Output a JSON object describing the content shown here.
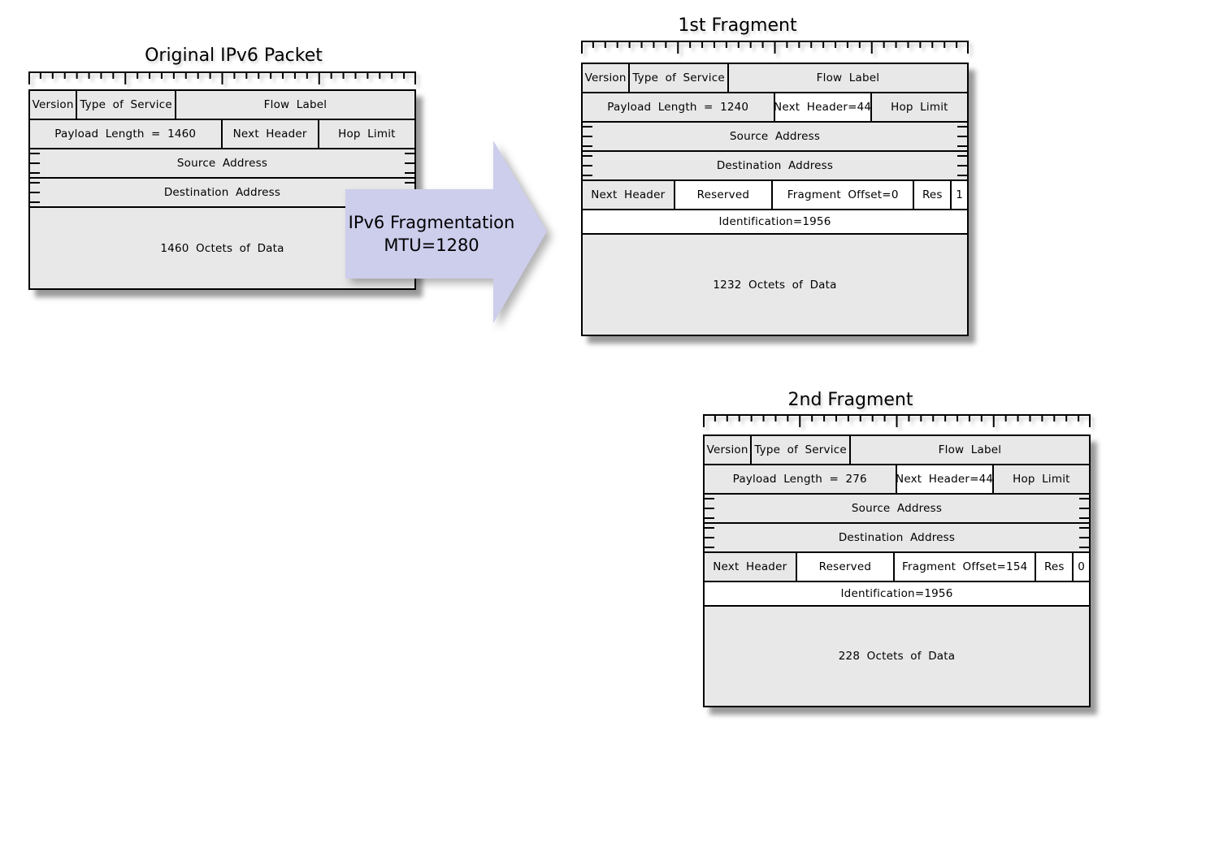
{
  "colors": {
    "cell_gray": "#e8e8e8",
    "cell_white": "#ffffff",
    "border_black": "#000000",
    "arrow_fill": "#cdcdec"
  },
  "arrow": {
    "line1": "IPv6 Fragmentation",
    "line2": "MTU=1280"
  },
  "packets": [
    {
      "key": "original",
      "title": "Original IPv6 Packet",
      "rows": [
        {
          "type": "normal",
          "cells": [
            {
              "label": "Version",
              "w": 12
            },
            {
              "label": "Type of Service",
              "w": 25.5
            },
            {
              "label": "Flow Label",
              "w": 62.5
            }
          ]
        },
        {
          "type": "normal",
          "cells": [
            {
              "label": "Payload Length = 1460",
              "w": 50
            },
            {
              "label": "Next Header",
              "w": 25
            },
            {
              "label": "Hop Limit",
              "w": 25
            }
          ]
        },
        {
          "type": "normal",
          "cells": [
            {
              "label": "Source Address",
              "w": 100,
              "ticks": true
            }
          ]
        },
        {
          "type": "normal",
          "cells": [
            {
              "label": "Destination Address",
              "w": 100,
              "ticks": true
            }
          ]
        },
        {
          "type": "data",
          "cells": [
            {
              "label": "1460 Octets of Data",
              "w": 100
            }
          ]
        }
      ]
    },
    {
      "key": "fragment1",
      "title": "1st Fragment",
      "rows": [
        {
          "type": "normal",
          "cells": [
            {
              "label": "Version",
              "w": 12
            },
            {
              "label": "Type of Service",
              "w": 25.5
            },
            {
              "label": "Flow Label",
              "w": 62.5
            }
          ]
        },
        {
          "type": "normal",
          "cells": [
            {
              "label": "Payload Length = 1240",
              "w": 50
            },
            {
              "label": "Next Header=44",
              "w": 25,
              "highlight": true
            },
            {
              "label": "Hop Limit",
              "w": 25
            }
          ]
        },
        {
          "type": "normal",
          "cells": [
            {
              "label": "Source Address",
              "w": 100,
              "ticks": true
            }
          ]
        },
        {
          "type": "normal",
          "cells": [
            {
              "label": "Destination Address",
              "w": 100,
              "ticks": true
            }
          ]
        },
        {
          "type": "normal",
          "cells": [
            {
              "label": "Next Header",
              "w": 24
            },
            {
              "label": "Reserved",
              "w": 25.5,
              "highlight": true
            },
            {
              "label": "Fragment Offset=0",
              "w": 37,
              "highlight": true
            },
            {
              "label": "Res",
              "w": 9.5,
              "highlight": true
            },
            {
              "label": "1",
              "w": 4,
              "highlight": true
            }
          ]
        },
        {
          "type": "id",
          "cells": [
            {
              "label": "Identification=1956",
              "w": 100,
              "highlight": true
            }
          ]
        },
        {
          "type": "data",
          "cells": [
            {
              "label": "1232 Octets of Data",
              "w": 100
            }
          ]
        }
      ]
    },
    {
      "key": "fragment2",
      "title": "2nd Fragment",
      "rows": [
        {
          "type": "normal",
          "cells": [
            {
              "label": "Version",
              "w": 12
            },
            {
              "label": "Type of Service",
              "w": 25.5
            },
            {
              "label": "Flow Label",
              "w": 62.5
            }
          ]
        },
        {
          "type": "normal",
          "cells": [
            {
              "label": "Payload Length = 276",
              "w": 50
            },
            {
              "label": "Next Header=44",
              "w": 25,
              "highlight": true
            },
            {
              "label": "Hop Limit",
              "w": 25
            }
          ]
        },
        {
          "type": "normal",
          "cells": [
            {
              "label": "Source Address",
              "w": 100,
              "ticks": true
            }
          ]
        },
        {
          "type": "normal",
          "cells": [
            {
              "label": "Destination Address",
              "w": 100,
              "ticks": true
            }
          ]
        },
        {
          "type": "normal",
          "cells": [
            {
              "label": "Next Header",
              "w": 24
            },
            {
              "label": "Reserved",
              "w": 25.5,
              "highlight": true
            },
            {
              "label": "Fragment Offset=154",
              "w": 37,
              "highlight": true
            },
            {
              "label": "Res",
              "w": 9.5,
              "highlight": true
            },
            {
              "label": "0",
              "w": 4,
              "highlight": true
            }
          ]
        },
        {
          "type": "id",
          "cells": [
            {
              "label": "Identification=1956",
              "w": 100,
              "highlight": true
            }
          ]
        },
        {
          "type": "data",
          "cells": [
            {
              "label": "228 Octets of Data",
              "w": 100
            }
          ]
        }
      ]
    }
  ]
}
